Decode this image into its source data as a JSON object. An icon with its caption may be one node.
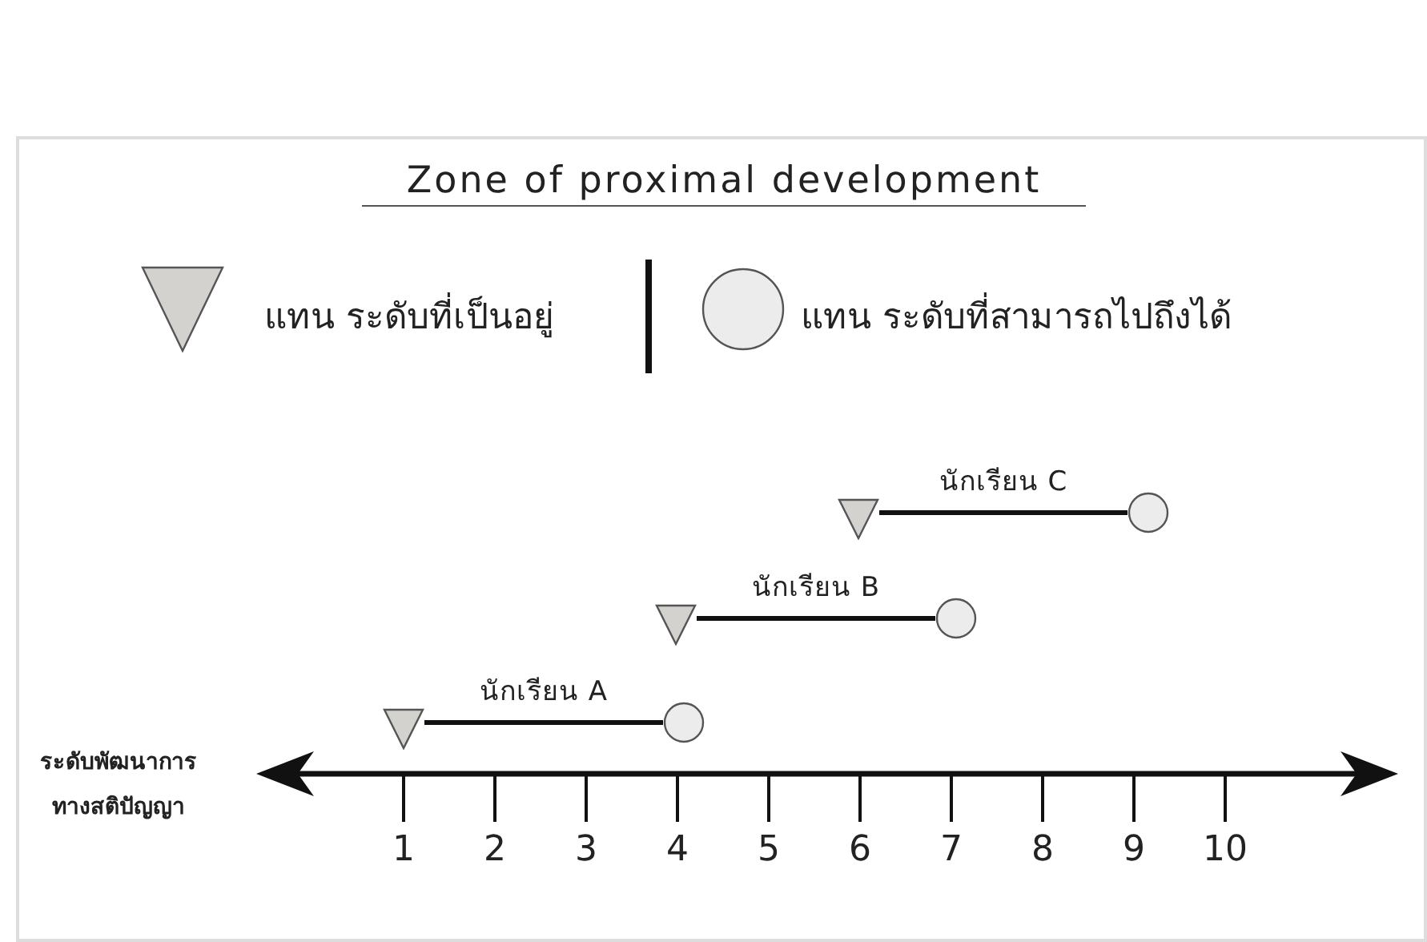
{
  "diagram": {
    "title": "Zone of proximal development",
    "nodes": [
      {
        "text": [],
        "shape": "triangle"
      },
      {
        "text": [],
        "shape": "circle"
      },
      {
        "text": [],
        "shape": "triangle"
      },
      {
        "text": [],
        "shape": "circle"
      },
      {
        "text": [],
        "shape": "triangle"
      },
      {
        "text": [],
        "shape": "circle"
      }
    ],
    "edges": [
      {
        "from": 0,
        "to": 1,
        "arrow": "none",
        "label": "นักเรียน C"
      },
      {
        "from": 2,
        "to": 3,
        "arrow": "none",
        "label": "นักเรียน B"
      },
      {
        "from": 4,
        "to": 5,
        "arrow": "none",
        "label": "นักเรียน A"
      }
    ],
    "labels": [
      "ระดับพัฒนาการทางสติปัญญา",
      "1",
      "2",
      "3",
      "4",
      "5",
      "6",
      "7",
      "8",
      "9",
      "10"
    ],
    "legend": [
      {
        "text": "แทน ระดับที่เป็นอยู่"
      },
      {
        "text": "แทน ระดับที่สามารถไปถึงได้"
      }
    ]
  }
}
